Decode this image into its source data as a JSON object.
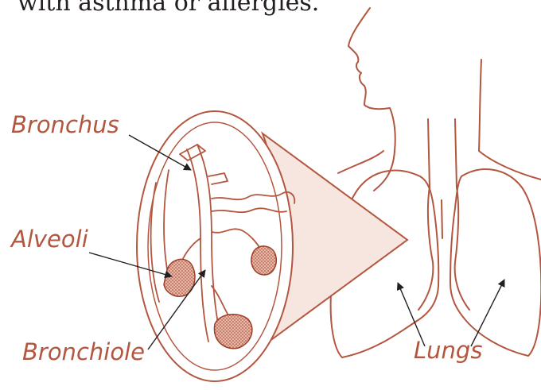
{
  "caption_fragment": "with asthma or allergies.",
  "labels": {
    "bronchus": "Bronchus",
    "alveoli": "Alveoli",
    "bronchiole": "Bronchiole",
    "lungs": "Lungs"
  },
  "colors": {
    "line": "#b3563f",
    "label": "#b3563f",
    "cone_fill": "#f6e6df",
    "alveoli_fill": "#c97b66",
    "text": "#231f20"
  }
}
